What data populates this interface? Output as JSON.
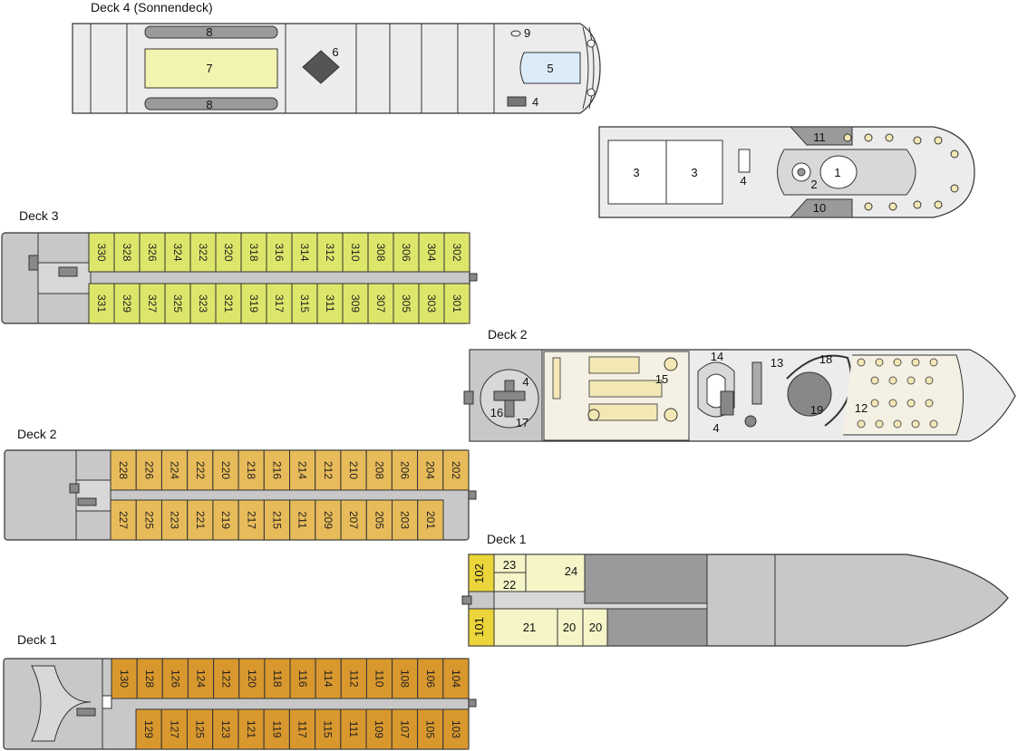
{
  "decks": {
    "deck4_title": "Deck 4 (Sonnendeck)",
    "deck3_title": "Deck 3",
    "deck2_title": "Deck 2",
    "deck2_lower_title": "Deck 2",
    "deck1_right_title": "Deck 1",
    "deck1_lower_title": "Deck 1"
  },
  "deck4": {
    "labels": [
      "8",
      "7",
      "8",
      "6",
      "9",
      "5",
      "4"
    ],
    "fore_labels": [
      "11",
      "1",
      "2",
      "3",
      "3",
      "4",
      "10"
    ]
  },
  "deck3": {
    "top_cabins": [
      "330",
      "328",
      "326",
      "324",
      "322",
      "320",
      "318",
      "316",
      "314",
      "312",
      "310",
      "308",
      "306",
      "304",
      "302"
    ],
    "bottom_cabins": [
      "331",
      "329",
      "327",
      "325",
      "323",
      "321",
      "319",
      "317",
      "315",
      "311",
      "309",
      "307",
      "305",
      "303",
      "301"
    ]
  },
  "deck2_public": {
    "labels": [
      "4",
      "16",
      "17",
      "15",
      "14",
      "4",
      "13",
      "18",
      "19",
      "12"
    ]
  },
  "deck2": {
    "top_cabins": [
      "228",
      "226",
      "224",
      "222",
      "220",
      "218",
      "216",
      "214",
      "212",
      "210",
      "208",
      "206",
      "204",
      "202"
    ],
    "bottom_cabins": [
      "227",
      "225",
      "223",
      "221",
      "219",
      "217",
      "215",
      "211",
      "209",
      "207",
      "205",
      "203",
      "201"
    ]
  },
  "deck1_service": {
    "labels": [
      "102",
      "23",
      "22",
      "24",
      "101",
      "21",
      "20",
      "20"
    ]
  },
  "deck1": {
    "top_cabins": [
      "130",
      "128",
      "126",
      "124",
      "122",
      "120",
      "118",
      "116",
      "114",
      "112",
      "110",
      "108",
      "106",
      "104"
    ],
    "bottom_cabins": [
      "129",
      "127",
      "125",
      "123",
      "121",
      "119",
      "117",
      "115",
      "111",
      "109",
      "107",
      "105",
      "103"
    ]
  },
  "colors": {
    "deck3_cabin": "#dde66a",
    "deck2_cabin": "#e8bb5a",
    "deck1_cabin": "#d9982e",
    "deck1_service": "#f6f5c8",
    "deck1_yellow": "#ecd53a",
    "hull_gray": "#c8c8c8",
    "dark_gray": "#9a9a9a",
    "pool_blue": "#dcebf8",
    "sun_yellow": "#f3f3b0"
  }
}
